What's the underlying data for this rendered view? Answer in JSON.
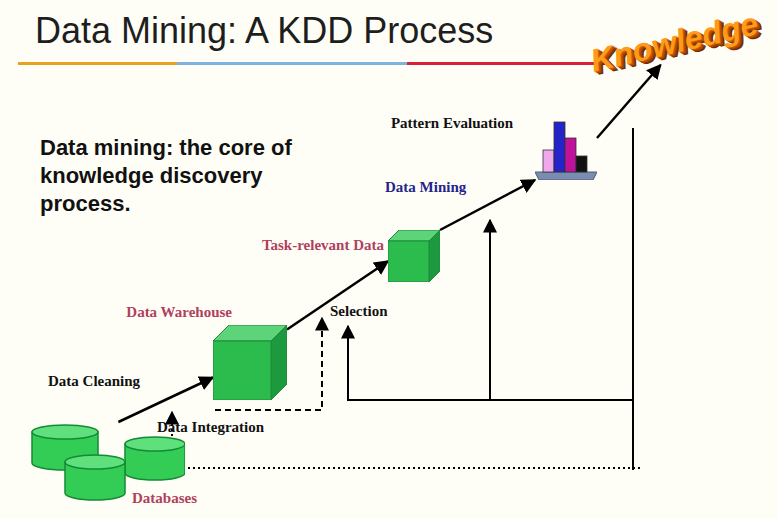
{
  "diagram": {
    "title": "Data Mining: A KDD Process",
    "nodes": [
      {
        "text": [
          "Databases"
        ]
      },
      {
        "text": [
          "Data Warehouse"
        ]
      },
      {
        "text": [
          "Task-relevant Data"
        ]
      },
      {
        "text": [
          "Pattern Evaluation"
        ]
      },
      {
        "text": [
          "Knowledge"
        ]
      }
    ],
    "edges": [
      {
        "from": 0,
        "to": 1,
        "arrow": "to"
      },
      {
        "from": 1,
        "to": 2,
        "arrow": "to"
      },
      {
        "from": 2,
        "to": 3,
        "arrow": "to"
      },
      {
        "from": 3,
        "to": 4,
        "arrow": "to"
      }
    ],
    "labels": [
      "Data mining: the core of knowledge discovery process.",
      "Data Cleaning",
      "Data Integration",
      "Selection",
      "Data Mining"
    ]
  }
}
